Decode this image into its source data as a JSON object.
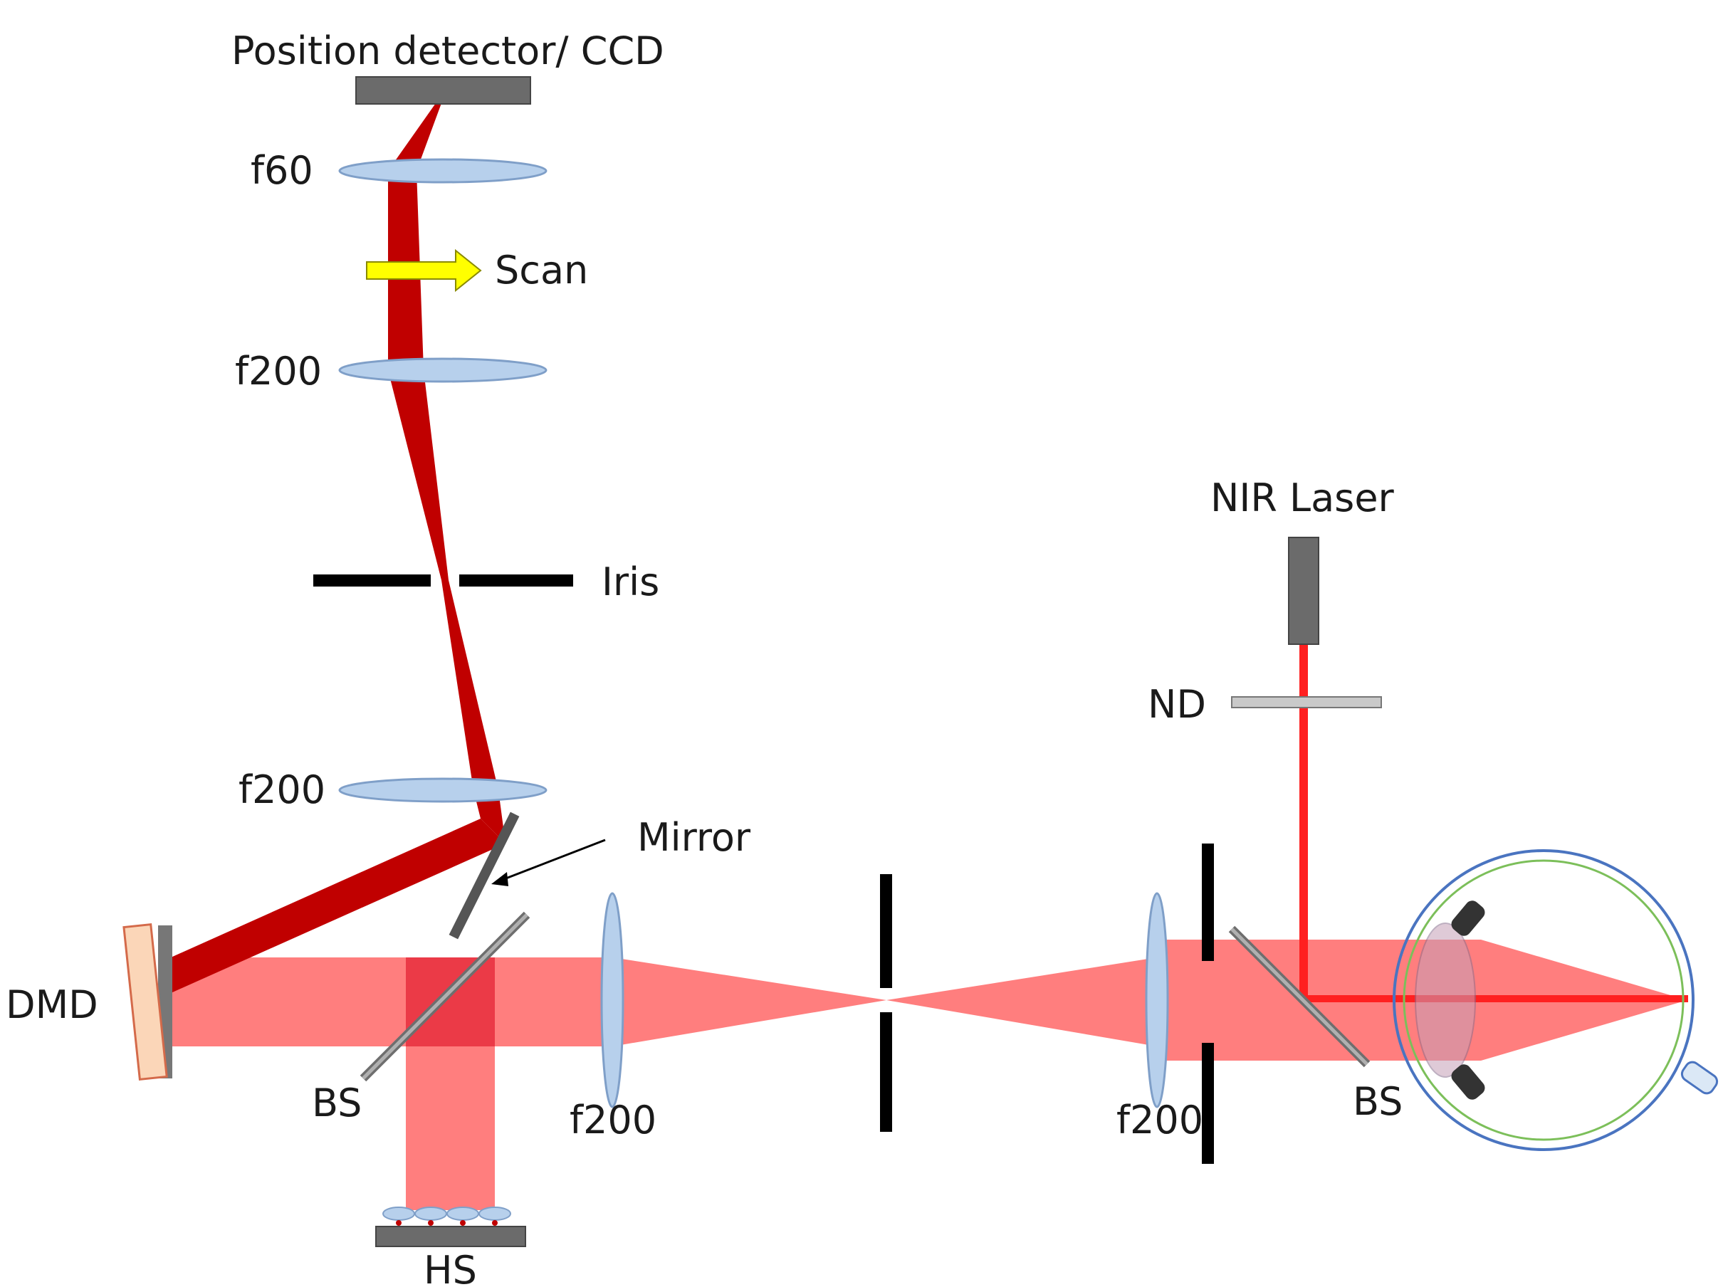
{
  "labels": {
    "position_detector": "Position detector/ CCD",
    "f60": "f60",
    "scan": "Scan",
    "f200_top": "f200",
    "iris": "Iris",
    "f200_mid": "f200",
    "mirror": "Mirror",
    "dmd": "DMD",
    "bs_left": "BS",
    "hs": "HS",
    "f200_bottom_left": "f200",
    "f200_bottom_right": "f200",
    "nir_laser": "NIR Laser",
    "nd": "ND",
    "bs_right": "BS"
  },
  "colors": {
    "beam_dark_red": "#c00000",
    "beam_light_red": "#ff7070",
    "laser_red": "#ff2020",
    "lens_blue": "#b7d0ec",
    "lens_outline": "#7f9fc8",
    "scan_arrow_yellow": "#ffff00",
    "dmd_face": "#fbd6b8",
    "eye_outer": "#4a74c0",
    "eye_inner": "#7cbf5a"
  }
}
